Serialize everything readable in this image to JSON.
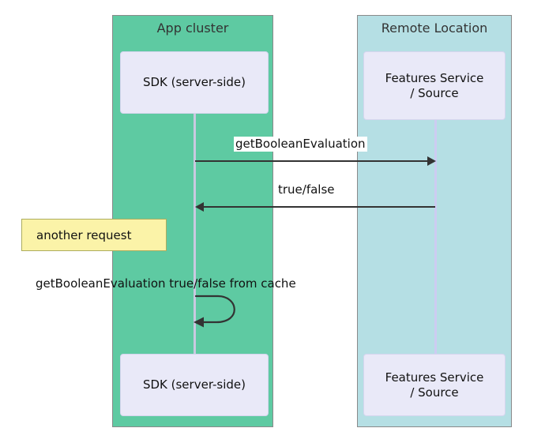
{
  "diagram": {
    "type": "sequence-diagram",
    "colors": {
      "group_green": "#5ecaa2",
      "group_cyan": "#b5dfe4",
      "actor_fill": "#e9e9f8",
      "actor_border": "#d5d5ee",
      "lifeline_left": "#c9c9e0",
      "lifeline_right": "#ccccf2",
      "line": "#333333",
      "note_fill": "#fbf3a8",
      "note_border": "#adad5e",
      "group_border": "#8a8a8a",
      "label_bg": "#ffffff",
      "text": "#111111",
      "title_text": "#333333"
    },
    "groups": [
      {
        "id": "app-cluster",
        "title": "App cluster"
      },
      {
        "id": "remote-location",
        "title": "Remote Location"
      }
    ],
    "participants": [
      {
        "id": "sdk",
        "label": "SDK (server-side)",
        "group": "app-cluster"
      },
      {
        "id": "features",
        "label": "Features Service\n/ Source",
        "group": "remote-location"
      }
    ],
    "participants_bottom": [
      {
        "id": "sdk-bottom",
        "label": "SDK (server-side)",
        "group": "app-cluster"
      },
      {
        "id": "features-bottom",
        "label": "Features Service\n/ Source",
        "group": "remote-location"
      }
    ],
    "messages": [
      {
        "id": "msg-request",
        "label": "getBooleanEvaluation",
        "from": "sdk",
        "to": "features",
        "direction": "right",
        "kind": "solid-arrow"
      },
      {
        "id": "msg-response",
        "label": "true/false",
        "from": "features",
        "to": "sdk",
        "direction": "left",
        "kind": "solid-arrow"
      },
      {
        "id": "msg-self-cache",
        "label": "getBooleanEvaluation true/false from cache",
        "from": "sdk",
        "to": "sdk",
        "direction": "self",
        "kind": "self-loop"
      }
    ],
    "notes": [
      {
        "id": "note-another-request",
        "text": "another request",
        "placement": "left-of-sdk"
      }
    ]
  }
}
